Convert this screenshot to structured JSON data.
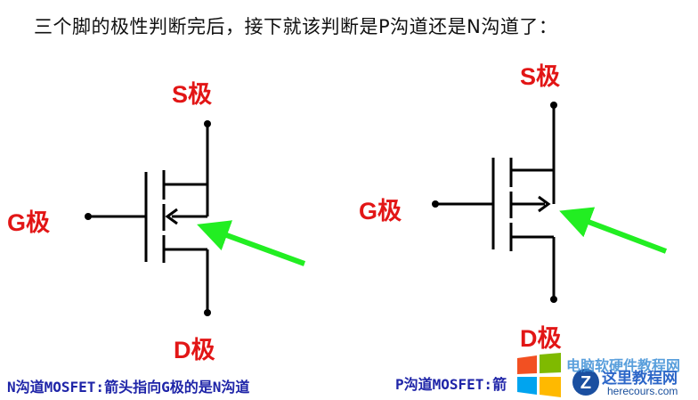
{
  "heading": "三个脚的极性判断完后，接下就该判断是P沟道还是N沟道了：",
  "colors": {
    "label": "#e21616",
    "caption": "#1f25a8",
    "line": "#000000",
    "arrow": "#22ee22",
    "watermark_name": "#2c66c8"
  },
  "diagrams": [
    {
      "channel": "N",
      "labels": {
        "source": "S极",
        "gate": "G极",
        "drain": "D极"
      },
      "caption": "N沟道MOSFET:箭头指向G极的是N沟道",
      "arrow_points_to": "gate"
    },
    {
      "channel": "P",
      "labels": {
        "source": "S极",
        "gate": "G极",
        "drain": "D极"
      },
      "caption": "P沟道MOSFET:箭",
      "arrow_points_to": "source-lead"
    }
  ],
  "watermark": {
    "top_text": "电脑软硬件教程网",
    "name": "这里教程网",
    "url": "herecours.com",
    "logo_letter": "Z"
  }
}
